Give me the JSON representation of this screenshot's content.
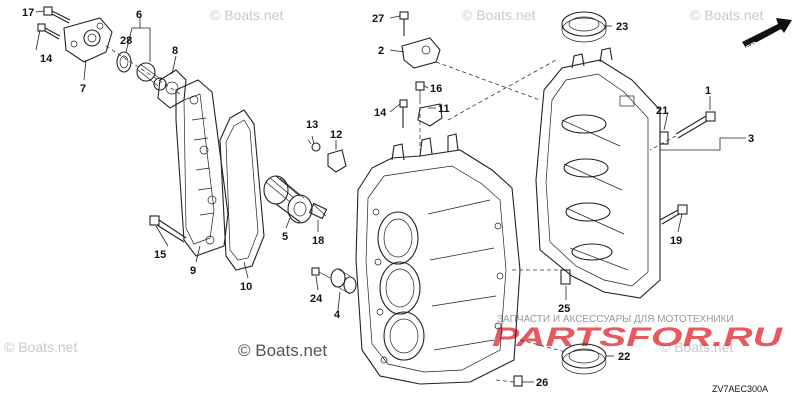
{
  "diagram": {
    "code": "ZV7AEC300A",
    "direction_arrow_label": "FR.",
    "callouts": [
      {
        "id": "c1",
        "label": "1"
      },
      {
        "id": "c2",
        "label": "2"
      },
      {
        "id": "c3",
        "label": "3"
      },
      {
        "id": "c4",
        "label": "4"
      },
      {
        "id": "c5",
        "label": "5"
      },
      {
        "id": "c6",
        "label": "6"
      },
      {
        "id": "c7",
        "label": "7"
      },
      {
        "id": "c8",
        "label": "8"
      },
      {
        "id": "c9",
        "label": "9"
      },
      {
        "id": "c10",
        "label": "10"
      },
      {
        "id": "c11",
        "label": "11"
      },
      {
        "id": "c12",
        "label": "12"
      },
      {
        "id": "c13",
        "label": "13"
      },
      {
        "id": "c14a",
        "label": "14"
      },
      {
        "id": "c14b",
        "label": "14"
      },
      {
        "id": "c15",
        "label": "15"
      },
      {
        "id": "c16",
        "label": "16"
      },
      {
        "id": "c17",
        "label": "17"
      },
      {
        "id": "c18",
        "label": "18"
      },
      {
        "id": "c19",
        "label": "19"
      },
      {
        "id": "c21",
        "label": "21"
      },
      {
        "id": "c22",
        "label": "22"
      },
      {
        "id": "c23",
        "label": "23"
      },
      {
        "id": "c24",
        "label": "24"
      },
      {
        "id": "c25",
        "label": "25"
      },
      {
        "id": "c26",
        "label": "26"
      },
      {
        "id": "c27",
        "label": "27"
      },
      {
        "id": "c28",
        "label": "28"
      }
    ]
  },
  "watermarks": {
    "boats_small": "© Boats.net",
    "boats_large": "© Boats.net",
    "parts_tagline": "ЗАПЧАСТИ И АКСЕССУАРЫ ДЛЯ МОТОТЕХНИКИ",
    "parts_logo": "PARTSFOR.RU"
  },
  "colors": {
    "line": "#222222",
    "watermark_grey": "#c9c9c9",
    "logo_red": "#e0202a"
  }
}
